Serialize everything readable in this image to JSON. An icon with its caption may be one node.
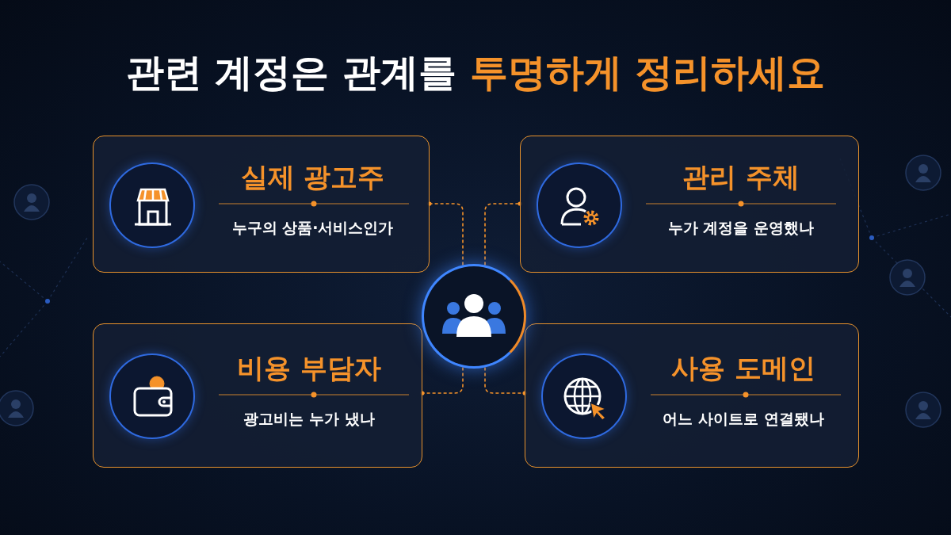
{
  "diagram": {
    "title": "관련 계정은 관계를 투명하게 정리하세요",
    "nodes": [
      {
        "text": [
          "실제 광고주",
          "누구의 상품·서비스인가"
        ]
      },
      {
        "text": [
          "관리 주체",
          "누가 계정을 운영했나"
        ]
      },
      {
        "text": [],
        "shape": "circle"
      },
      {
        "text": [
          "비용 부담자",
          "광고비는 누가 냈나"
        ]
      },
      {
        "text": [
          "사용 도메인",
          "어느 사이트로 연결됐나"
        ]
      }
    ],
    "edges": [
      {
        "from": 2,
        "to": 0,
        "arrow": "other",
        "style": "dashed"
      },
      {
        "from": 2,
        "to": 1,
        "arrow": "other",
        "style": "dashed"
      },
      {
        "from": 2,
        "to": 3,
        "arrow": "other",
        "style": "dashed"
      },
      {
        "from": 2,
        "to": 4,
        "arrow": "other",
        "style": "dashed"
      }
    ]
  }
}
